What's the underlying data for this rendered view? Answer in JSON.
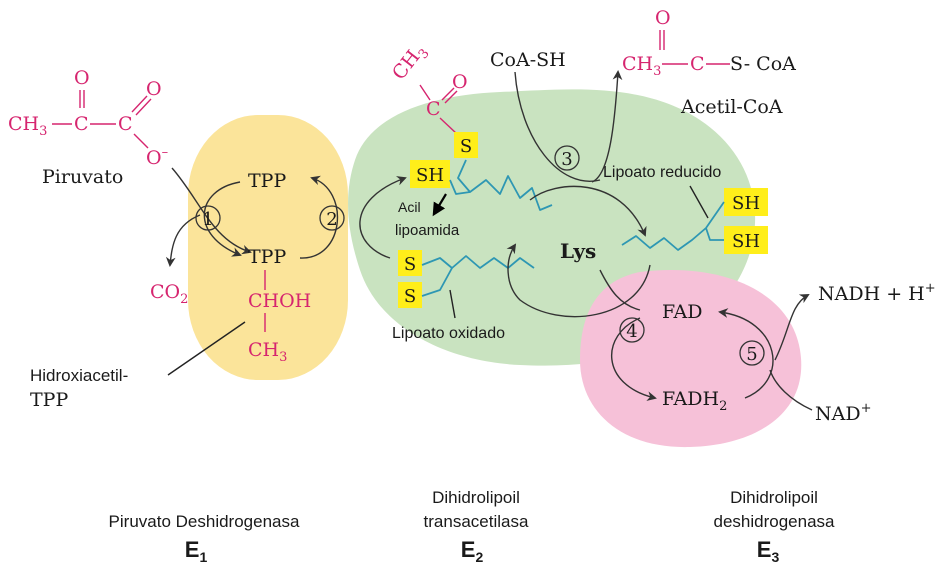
{
  "colors": {
    "e1_fill": "#fbe49a",
    "e2_fill": "#c9e3c0",
    "e3_fill": "#f6c1d8",
    "metabolite": "#d6256f",
    "sulfur_highlight": "#ffee1a",
    "lipoyl_chain": "#2e97b3"
  },
  "molecules": {
    "pyruvate": {
      "ch3": "CH",
      "ch3_sub": "3",
      "c1": "C",
      "c2": "C",
      "o_top1": "O",
      "o_top2": "O",
      "o_minus": "O",
      "minus": "–",
      "name": "Piruvato"
    },
    "co2": {
      "text": "CO",
      "sub": "2"
    },
    "tpp_top": "TPP",
    "tpp_bottom": "TPP",
    "chohs": "CHOH",
    "ch3_bottom": {
      "text": "CH",
      "sub": "3"
    },
    "hydroxyacetyl": {
      "line1": "Hidroxiacetil-",
      "line2": "TPP"
    },
    "acyl_ch3": {
      "text": "CH",
      "sub": "3"
    },
    "acyl_c": "C",
    "acyl_o": "O",
    "coa_sh": "CoA-SH",
    "acetyl_coa": {
      "ch3": "CH",
      "ch3_sub": "3",
      "c": "C",
      "o": "O",
      "s_coa": "S- CoA",
      "name": "Acetil-CoA"
    },
    "sh_left": "SH",
    "s_acyl": "S",
    "s_ox_top": "S",
    "s_ox_bottom": "S",
    "sh_red_top": "SH",
    "sh_red_bottom": "SH",
    "lys": "Lys",
    "fad": "FAD",
    "fadh2": {
      "text": "FADH",
      "sub": "2"
    },
    "nadh": {
      "text": "NADH + H",
      "sup": "+"
    },
    "nad": {
      "text": "NAD",
      "sup": "+"
    }
  },
  "labels": {
    "acyl_lipoamide": {
      "line1": "Acil",
      "line2": "lipoamida"
    },
    "lipoate_oxidized": "Lipoato oxidado",
    "lipoate_reduced": "Lipoato reducido"
  },
  "steps": [
    "1",
    "2",
    "3",
    "4",
    "5"
  ],
  "enzymes": [
    {
      "name_lines": [
        "Piruvato Deshidrogenasa"
      ],
      "code": "E",
      "code_sub": "1"
    },
    {
      "name_lines": [
        "Dihidrolipoil",
        "transacetilasa"
      ],
      "code": "E",
      "code_sub": "2"
    },
    {
      "name_lines": [
        "Dihidrolipoil",
        "deshidrogenasa"
      ],
      "code": "E",
      "code_sub": "3"
    }
  ]
}
